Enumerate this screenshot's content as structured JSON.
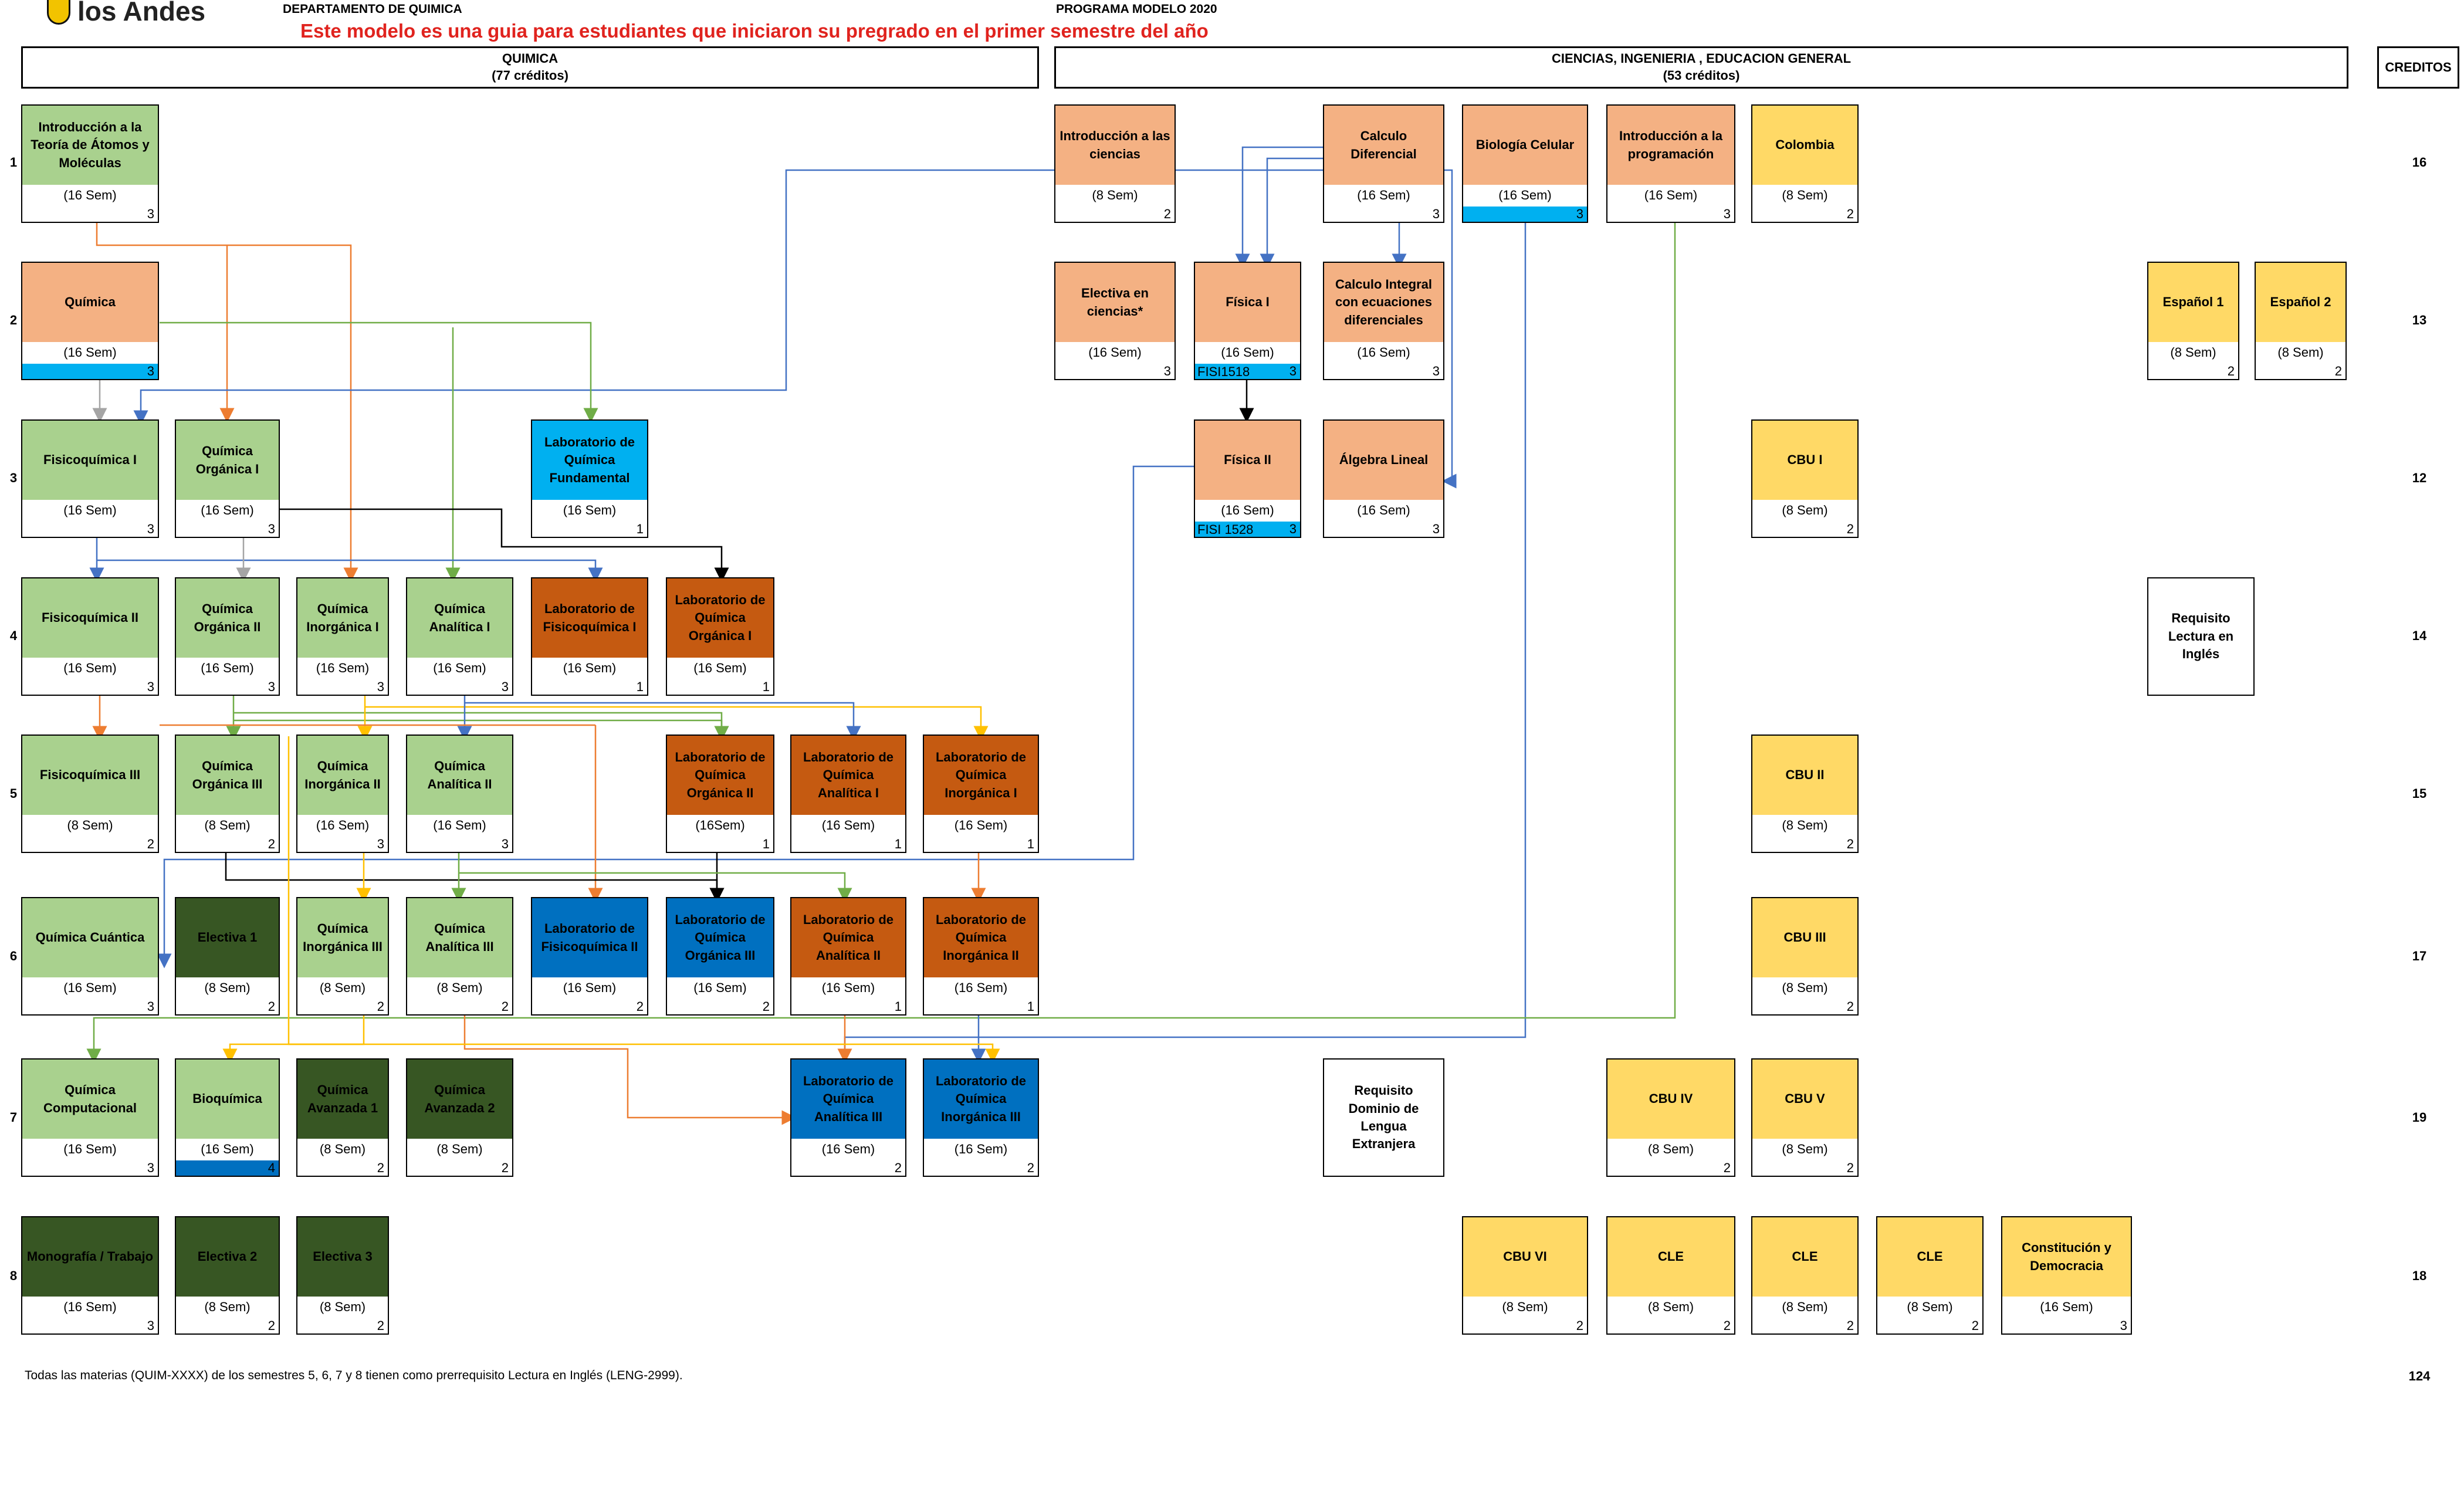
{
  "header": {
    "logo_text": "los Andes",
    "department": "DEPARTAMENTO DE QUIMICA",
    "program": "PROGRAMA MODELO 2020",
    "note": "Este modelo es una guia para estudiantes que iniciaron su pregrado en el primer semestre del año"
  },
  "sections": {
    "quimica_title": "QUIMICA",
    "quimica_credits": "(77 créditos)",
    "ciencias_title": "CIENCIAS, INGENIERIA , EDUCACION GENERAL",
    "ciencias_credits": "(53 créditos)",
    "creditos_title": "CREDITOS"
  },
  "semesters": [
    {
      "num": "1",
      "credits": "16"
    },
    {
      "num": "2",
      "credits": "13"
    },
    {
      "num": "3",
      "credits": "12"
    },
    {
      "num": "4",
      "credits": "14"
    },
    {
      "num": "5",
      "credits": "15"
    },
    {
      "num": "6",
      "credits": "17"
    },
    {
      "num": "7",
      "credits": "19"
    },
    {
      "num": "8",
      "credits": "18"
    }
  ],
  "total_credits": "124",
  "footnote": "Todas las materias (QUIM-XXXX) de los semestres 5, 6, 7 y 8 tienen como prerrequisito Lectura en Inglés (LENG-2999).",
  "colors": {
    "light_green": "#a9d18e",
    "salmon": "#f4b183",
    "yellow": "#ffd966",
    "rust": "#c55a11",
    "dark_green": "#375623",
    "blue": "#0070c0",
    "cyan": "#00b0f0"
  },
  "courses": {
    "c1a": {
      "title": "Introducción a la Teoría de Átomos y Moléculas",
      "sem": "(16 Sem)",
      "cr": "3"
    },
    "c1b": {
      "title": "Introducción a las ciencias",
      "sem": "(8 Sem)",
      "cr": "2"
    },
    "c1c": {
      "title": "Calculo Diferencial",
      "sem": "(16 Sem)",
      "cr": "3"
    },
    "c1d": {
      "title": "Biología Celular",
      "sem": "(16 Sem)",
      "cr": "3"
    },
    "c1e": {
      "title": "Introducción a la programación",
      "sem": "(16 Sem)",
      "cr": "3"
    },
    "c1f": {
      "title": "Colombia",
      "sem": "(8 Sem)",
      "cr": "2"
    },
    "c2a": {
      "title": "Química",
      "sem": "(16 Sem)",
      "cr": "3"
    },
    "c2b": {
      "title": "Electiva en ciencias*",
      "sem": "(16 Sem)",
      "cr": "3"
    },
    "c2c": {
      "title": "Física I",
      "sem": "(16 Sem)",
      "cr": "3",
      "code": "FISI1518"
    },
    "c2d": {
      "title": "Calculo Integral con ecuaciones diferenciales",
      "sem": "(16 Sem)",
      "cr": "3"
    },
    "c2e": {
      "title": "Español 1",
      "sem": "(8 Sem)",
      "cr": "2"
    },
    "c2f": {
      "title": "Español 2",
      "sem": "(8 Sem)",
      "cr": "2"
    },
    "c3a": {
      "title": "Fisicoquímica I",
      "sem": "(16 Sem)",
      "cr": "3"
    },
    "c3b": {
      "title": "Química Orgánica I",
      "sem": "(16 Sem)",
      "cr": "3"
    },
    "c3c": {
      "title": "Laboratorio de Química Fundamental",
      "sem": "(16 Sem)",
      "cr": "1"
    },
    "c3d": {
      "title": "Física II",
      "sem": "(16 Sem)",
      "cr": "3",
      "code": "FISI 1528"
    },
    "c3e": {
      "title": "Álgebra Lineal",
      "sem": "(16 Sem)",
      "cr": "3"
    },
    "c3f": {
      "title": "CBU I",
      "sem": "(8 Sem)",
      "cr": "2"
    },
    "c4a": {
      "title": "Fisicoquímica II",
      "sem": "(16 Sem)",
      "cr": "3"
    },
    "c4b": {
      "title": "Química Orgánica II",
      "sem": "(16 Sem)",
      "cr": "3"
    },
    "c4c": {
      "title": "Química Inorgánica I",
      "sem": "(16 Sem)",
      "cr": "3"
    },
    "c4d": {
      "title": "Química Analítica I",
      "sem": "(16 Sem)",
      "cr": "3"
    },
    "c4e": {
      "title": "Laboratorio de Fisicoquímica I",
      "sem": "(16 Sem)",
      "cr": "1"
    },
    "c4f": {
      "title": "Laboratorio de Química Orgánica I",
      "sem": "(16 Sem)",
      "cr": "1"
    },
    "c4g": {
      "title": "Requisito Lectura en Inglés"
    },
    "c5a": {
      "title": "Fisicoquímica III",
      "sem": "(8 Sem)",
      "cr": "2"
    },
    "c5b": {
      "title": "Química Orgánica III",
      "sem": "(8 Sem)",
      "cr": "2"
    },
    "c5c": {
      "title": "Química Inorgánica II",
      "sem": "(16 Sem)",
      "cr": "3"
    },
    "c5d": {
      "title": "Química Analítica II",
      "sem": "(16 Sem)",
      "cr": "3"
    },
    "c5e": {
      "title": "Laboratorio de Química Orgánica II",
      "sem": "(16Sem)",
      "cr": "1"
    },
    "c5f": {
      "title": "Laboratorio de Química Analítica I",
      "sem": "(16 Sem)",
      "cr": "1"
    },
    "c5g": {
      "title": "Laboratorio de Química Inorgánica I",
      "sem": "(16 Sem)",
      "cr": "1"
    },
    "c5h": {
      "title": "CBU II",
      "sem": "(8 Sem)",
      "cr": "2"
    },
    "c6a": {
      "title": "Química Cuántica",
      "sem": "(16 Sem)",
      "cr": "3"
    },
    "c6b": {
      "title": "Electiva 1",
      "sem": "(8 Sem)",
      "cr": "2"
    },
    "c6c": {
      "title": "Química Inorgánica III",
      "sem": "(8 Sem)",
      "cr": "2"
    },
    "c6d": {
      "title": "Química Analítica III",
      "sem": "(8 Sem)",
      "cr": "2"
    },
    "c6e": {
      "title": "Laboratorio de Fisicoquímica II",
      "sem": "(16 Sem)",
      "cr": "2"
    },
    "c6f": {
      "title": "Laboratorio de Química Orgánica III",
      "sem": "(16 Sem)",
      "cr": "2"
    },
    "c6g": {
      "title": "Laboratorio de Química Analítica II",
      "sem": "(16 Sem)",
      "cr": "1"
    },
    "c6h": {
      "title": "Laboratorio de Química Inorgánica II",
      "sem": "(16 Sem)",
      "cr": "1"
    },
    "c6i": {
      "title": "CBU III",
      "sem": "(8 Sem)",
      "cr": "2"
    },
    "c7a": {
      "title": "Química Computacional",
      "sem": "(16 Sem)",
      "cr": "3"
    },
    "c7b": {
      "title": "Bioquímica",
      "sem": "(16 Sem)",
      "cr": "4"
    },
    "c7c": {
      "title": "Química Avanzada 1",
      "sem": "(8 Sem)",
      "cr": "2"
    },
    "c7d": {
      "title": "Química Avanzada 2",
      "sem": "(8 Sem)",
      "cr": "2"
    },
    "c7e": {
      "title": "Laboratorio de Química Analítica III",
      "sem": "(16 Sem)",
      "cr": "2"
    },
    "c7f": {
      "title": "Laboratorio de Química Inorgánica III",
      "sem": "(16 Sem)",
      "cr": "2"
    },
    "c7g": {
      "title": "Requisito Dominio de Lengua Extranjera"
    },
    "c7h": {
      "title": "CBU IV",
      "sem": "(8 Sem)",
      "cr": "2"
    },
    "c7i": {
      "title": "CBU V",
      "sem": "(8 Sem)",
      "cr": "2"
    },
    "c8a": {
      "title": "Monografía / Trabajo",
      "sem": "(16 Sem)",
      "cr": "3"
    },
    "c8b": {
      "title": "Electiva 2",
      "sem": "(8 Sem)",
      "cr": "2"
    },
    "c8c": {
      "title": "Electiva 3",
      "sem": "(8 Sem)",
      "cr": "2"
    },
    "c8d": {
      "title": "CBU VI",
      "sem": "(8 Sem)",
      "cr": "2"
    },
    "c8e": {
      "title": "CLE",
      "sem": "(8 Sem)",
      "cr": "2"
    },
    "c8f": {
      "title": "CLE",
      "sem": "(8 Sem)",
      "cr": "2"
    },
    "c8g": {
      "title": "CLE",
      "sem": "(8 Sem)",
      "cr": "2"
    },
    "c8h": {
      "title": "Constitución y Democracia",
      "sem": "(16 Sem)",
      "cr": "3"
    }
  }
}
